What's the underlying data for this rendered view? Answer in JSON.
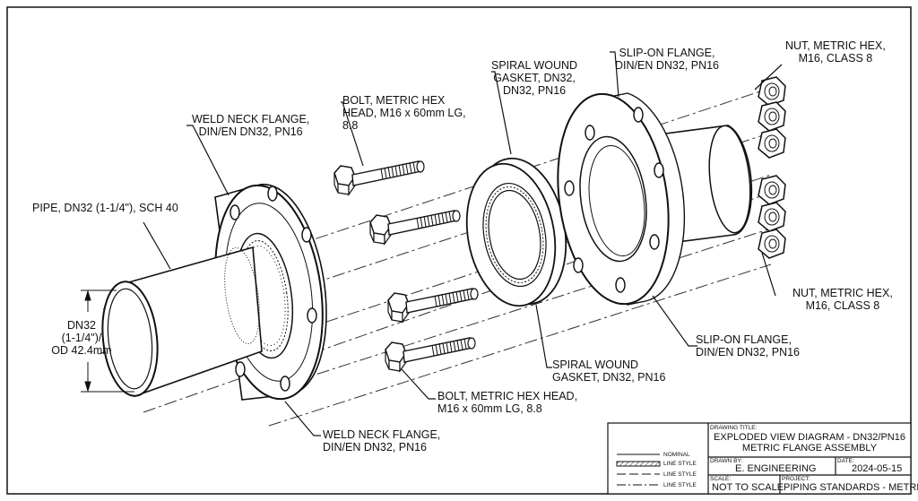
{
  "labels": {
    "pipe": "PIPE, DN32 (1-1/4\"), SCH 40",
    "weld_neck_top": [
      "WELD NECK FLANGE,",
      "DIN/EN DN32, PN16"
    ],
    "bolt_top": [
      "BOLT, METRIC HEX",
      "HEAD, M16 x 60mm LG,",
      "8.8"
    ],
    "gasket_top": [
      "SPIRAL WOUND",
      "GASKET, DN32,",
      "DN32, PN16"
    ],
    "slip_on_top": [
      "SLIP-ON FLANGE,",
      "DIN/EN DN32, PN16"
    ],
    "nut_top": [
      "NUT, METRIC HEX,",
      "M16, CLASS 8"
    ],
    "dimension": [
      "DN32",
      "(1-1/4\")/",
      "OD 42.4mm"
    ],
    "nut_bottom": [
      "NUT, METRIC HEX,",
      "M16, CLASS 8"
    ],
    "slip_on_bottom": [
      "SLIP-ON FLANGE,",
      "DIN/EN DN32, PN16"
    ],
    "gasket_bottom": [
      "SPIRAL WOUND",
      "GASKET, DN32, PN16"
    ],
    "bolt_bottom": [
      "BOLT, METRIC HEX HEAD,",
      "M16 x 60mm LG, 8.8"
    ],
    "weld_neck_bottom": [
      "WELD NECK FLANGE,",
      "DIN/EN DN32, PN16"
    ]
  },
  "legend": [
    "NOMINAL",
    "LINE STYLE",
    "LINE STYLE",
    "LINE STYLE"
  ],
  "title_block": {
    "drawing_title_caption": "DRAWING TITLE:",
    "drawing_title": [
      "EXPLODED VIEW DIAGRAM - DN32/PN16",
      "METRIC FLANGE ASSEMBLY"
    ],
    "drawn_by_caption": "DRAWN BY:",
    "drawn_by": "E. ENGINEERING",
    "date_caption": "DATE:",
    "date": "2024-05-15",
    "scale_caption": "SCALE:",
    "scale": "NOT TO SCALE",
    "project_caption": "PROJECT:",
    "project": "PIPING STANDARDS - METRIC"
  }
}
